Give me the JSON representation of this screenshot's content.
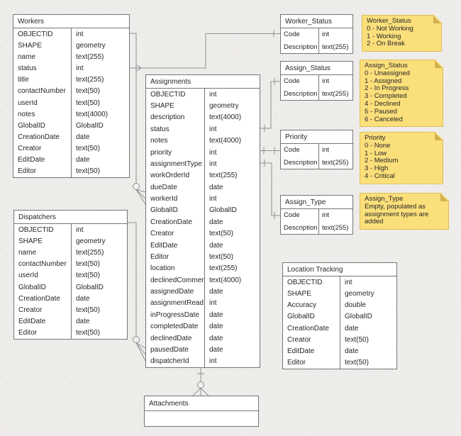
{
  "diagram": {
    "colors": {
      "note_fill": "#FBDF7B",
      "note_border": "#DCBD58",
      "note_fold": "#D2B250",
      "table_border": "#757575",
      "connector": "#8F8F8F",
      "canvas_bg": "#F2F1EF"
    },
    "entities": {
      "workers": {
        "title": "Workers",
        "fields": [
          {
            "name": "OBJECTID",
            "type": "int"
          },
          {
            "name": "SHAPE",
            "type": "geometry"
          },
          {
            "name": "name",
            "type": "text(255)"
          },
          {
            "name": "status",
            "type": "int"
          },
          {
            "name": "title",
            "type": "text(255)"
          },
          {
            "name": "contactNumber",
            "type": "text(50)"
          },
          {
            "name": "userId",
            "type": "text(50)"
          },
          {
            "name": "notes",
            "type": "text(4000)"
          },
          {
            "name": "GlobalID",
            "type": "GlobalID"
          },
          {
            "name": "CreationDate",
            "type": "date"
          },
          {
            "name": "Creator",
            "type": "text(50)"
          },
          {
            "name": "EditDate",
            "type": "date"
          },
          {
            "name": "Editor",
            "type": "text(50)"
          }
        ]
      },
      "dispatchers": {
        "title": "Dispatchers",
        "fields": [
          {
            "name": "OBJECTID",
            "type": "int"
          },
          {
            "name": "SHAPE",
            "type": "geometry"
          },
          {
            "name": "name",
            "type": "text(255)"
          },
          {
            "name": "contactNumber",
            "type": "text(50)"
          },
          {
            "name": "userId",
            "type": "text(50)"
          },
          {
            "name": "GlobalID",
            "type": "GlobalID"
          },
          {
            "name": "CreationDate",
            "type": "date"
          },
          {
            "name": "Creator",
            "type": "text(50)"
          },
          {
            "name": "EditDate",
            "type": "date"
          },
          {
            "name": "Editor",
            "type": "text(50)"
          }
        ]
      },
      "assignments": {
        "title": "Assignments",
        "fields": [
          {
            "name": "OBJECTID",
            "type": "int"
          },
          {
            "name": "SHAPE",
            "type": "geometry"
          },
          {
            "name": "description",
            "type": "text(4000)"
          },
          {
            "name": "status",
            "type": "int"
          },
          {
            "name": "notes",
            "type": "text(4000)"
          },
          {
            "name": "priority",
            "type": "int"
          },
          {
            "name": "assignmentType",
            "type": "int"
          },
          {
            "name": "workOrderId",
            "type": "text(255)"
          },
          {
            "name": "dueDate",
            "type": "date"
          },
          {
            "name": "workerId",
            "type": "int"
          },
          {
            "name": "GlobalID",
            "type": "GlobalID"
          },
          {
            "name": "CreationDate",
            "type": "date"
          },
          {
            "name": "Creator",
            "type": "text(50)"
          },
          {
            "name": "EditDate",
            "type": "date"
          },
          {
            "name": "Editor",
            "type": "text(50)"
          },
          {
            "name": "location",
            "type": "text(255)"
          },
          {
            "name": "declinedComment",
            "type": "text(4000)"
          },
          {
            "name": "assignedDate",
            "type": "date"
          },
          {
            "name": "assignmentRead",
            "type": "int"
          },
          {
            "name": "inProgressDate",
            "type": "date"
          },
          {
            "name": "completedDate",
            "type": "date"
          },
          {
            "name": "declinedDate",
            "type": "date"
          },
          {
            "name": "pausedDate",
            "type": "date"
          },
          {
            "name": "dispatcherId",
            "type": "int"
          }
        ]
      },
      "worker_status": {
        "title": "Worker_Status",
        "fields": [
          {
            "name": "Code",
            "type": "int"
          },
          {
            "name": "Description",
            "type": "text(255)"
          }
        ]
      },
      "assign_status": {
        "title": "Assign_Status",
        "fields": [
          {
            "name": "Code",
            "type": "int"
          },
          {
            "name": "Description",
            "type": "text(255)"
          }
        ]
      },
      "priority": {
        "title": "Priority",
        "fields": [
          {
            "name": "Code",
            "type": "int"
          },
          {
            "name": "Description",
            "type": "text(255)"
          }
        ]
      },
      "assign_type": {
        "title": "Assign_Type",
        "fields": [
          {
            "name": "Code",
            "type": "int"
          },
          {
            "name": "Description",
            "type": "text(255)"
          }
        ]
      },
      "location_tracking": {
        "title": "Location Tracking",
        "fields": [
          {
            "name": "OBJECTID",
            "type": "int"
          },
          {
            "name": "SHAPE",
            "type": "geometry"
          },
          {
            "name": "Accuracy",
            "type": "double"
          },
          {
            "name": "GlobalID",
            "type": "GlobalID"
          },
          {
            "name": "CreationDate",
            "type": "date"
          },
          {
            "name": "Creator",
            "type": "text(50)"
          },
          {
            "name": "EditDate",
            "type": "date"
          },
          {
            "name": "Editor",
            "type": "text(50)"
          }
        ]
      },
      "attachments": {
        "title": "Attachments",
        "fields": []
      }
    },
    "notes": {
      "worker_status": {
        "text": "Worker_Status\n0 - Not Working\n1 - Working\n2 - On Break"
      },
      "assign_status": {
        "text": "Assign_Status\n0 - Unassigned\n1 - Assigned\n2 - In Progress\n3 - Completed\n4 - Declined\n5 - Paused\n6 - Canceled"
      },
      "priority": {
        "text": "Priority\n0 - None\n1 - Low\n2 - Medium\n3 - High\n4 - Critical"
      },
      "assign_type": {
        "text": "Assign_Type\nEmpty, populated as\nassignment types are added"
      }
    }
  }
}
